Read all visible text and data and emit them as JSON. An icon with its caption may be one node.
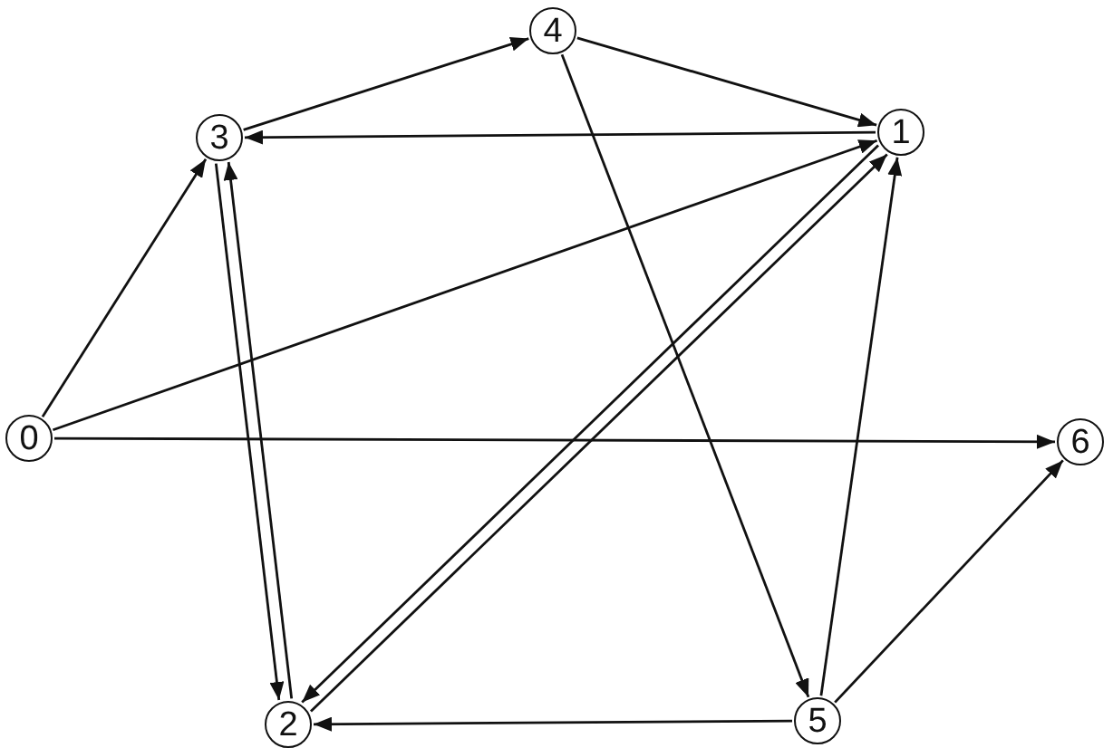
{
  "diagram": {
    "nodes": [
      {
        "text": [
          "0"
        ]
      },
      {
        "text": [
          "1"
        ]
      },
      {
        "text": [
          "2"
        ]
      },
      {
        "text": [
          "3"
        ]
      },
      {
        "text": [
          "4"
        ]
      },
      {
        "text": [
          "5"
        ]
      },
      {
        "text": [
          "6"
        ]
      }
    ],
    "edges": [
      {
        "from": 0,
        "to": 3,
        "arrow": "to"
      },
      {
        "from": 0,
        "to": 1,
        "arrow": "to"
      },
      {
        "from": 0,
        "to": 6,
        "arrow": "to"
      },
      {
        "from": 3,
        "to": 4,
        "arrow": "to"
      },
      {
        "from": 4,
        "to": 1,
        "arrow": "to"
      },
      {
        "from": 1,
        "to": 3,
        "arrow": "to"
      },
      {
        "from": 4,
        "to": 5,
        "arrow": "to"
      },
      {
        "from": 2,
        "to": 3,
        "arrow": "to"
      },
      {
        "from": 3,
        "to": 2,
        "arrow": "to"
      },
      {
        "from": 1,
        "to": 2,
        "arrow": "to"
      },
      {
        "from": 2,
        "to": 1,
        "arrow": "to"
      },
      {
        "from": 5,
        "to": 1,
        "arrow": "to"
      },
      {
        "from": 5,
        "to": 2,
        "arrow": "to"
      },
      {
        "from": 5,
        "to": 6,
        "arrow": "to"
      }
    ]
  }
}
